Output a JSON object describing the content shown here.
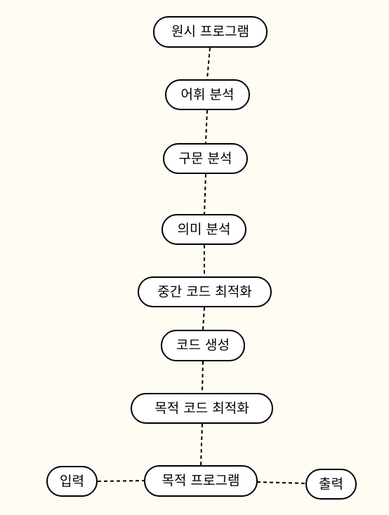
{
  "diagram": {
    "nodes": {
      "source_program": "원시 프로그램",
      "lexical_analysis": "어휘 분석",
      "syntax_analysis": "구문 분석",
      "semantic_analysis": "의미 분석",
      "intermediate_code_optimization": "중간 코드 최적화",
      "code_generation": "코드 생성",
      "target_code_optimization": "목적 코드 최적화",
      "target_program": "목적 프로그램",
      "input": "입력",
      "output": "출력"
    },
    "edges": [
      [
        "source_program",
        "lexical_analysis"
      ],
      [
        "lexical_analysis",
        "syntax_analysis"
      ],
      [
        "syntax_analysis",
        "semantic_analysis"
      ],
      [
        "semantic_analysis",
        "intermediate_code_optimization"
      ],
      [
        "intermediate_code_optimization",
        "code_generation"
      ],
      [
        "code_generation",
        "target_code_optimization"
      ],
      [
        "target_code_optimization",
        "target_program"
      ],
      [
        "input",
        "target_program"
      ],
      [
        "target_program",
        "output"
      ]
    ],
    "edge_style": "dashed",
    "colors": {
      "background": "#fffcf4",
      "node_fill": "#ffffff",
      "stroke": "#000000"
    }
  }
}
